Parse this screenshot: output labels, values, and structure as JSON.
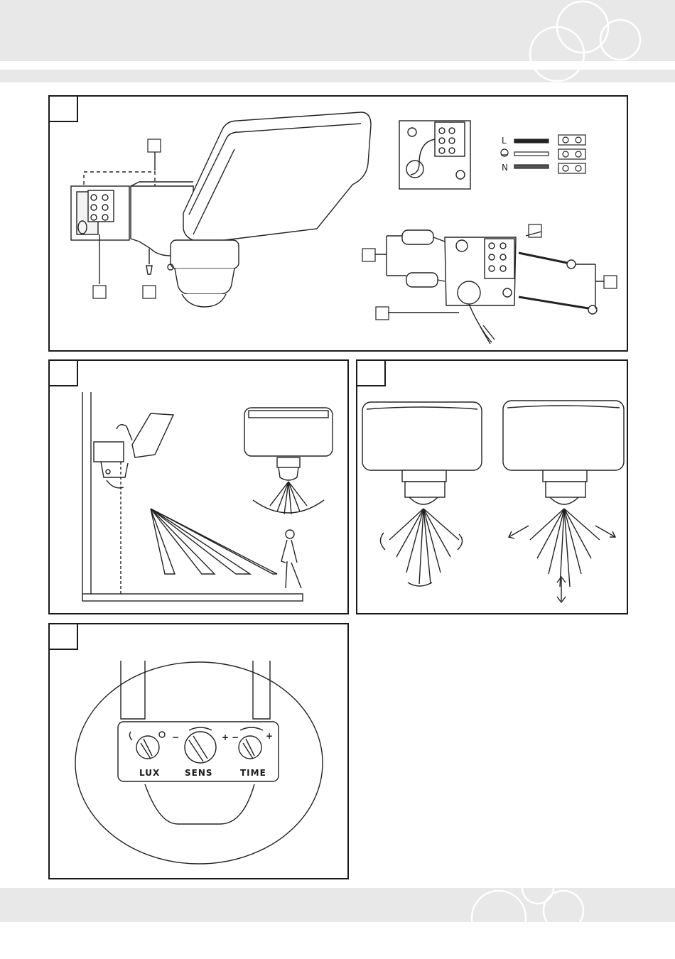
{
  "wiring": {
    "l": "L",
    "n": "N"
  },
  "knobs": {
    "lux": "LUX",
    "sens": "SENS",
    "time": "TIME",
    "minus": "−",
    "plus": "+"
  },
  "icons": [
    "sun-icon",
    "moon-icon"
  ]
}
